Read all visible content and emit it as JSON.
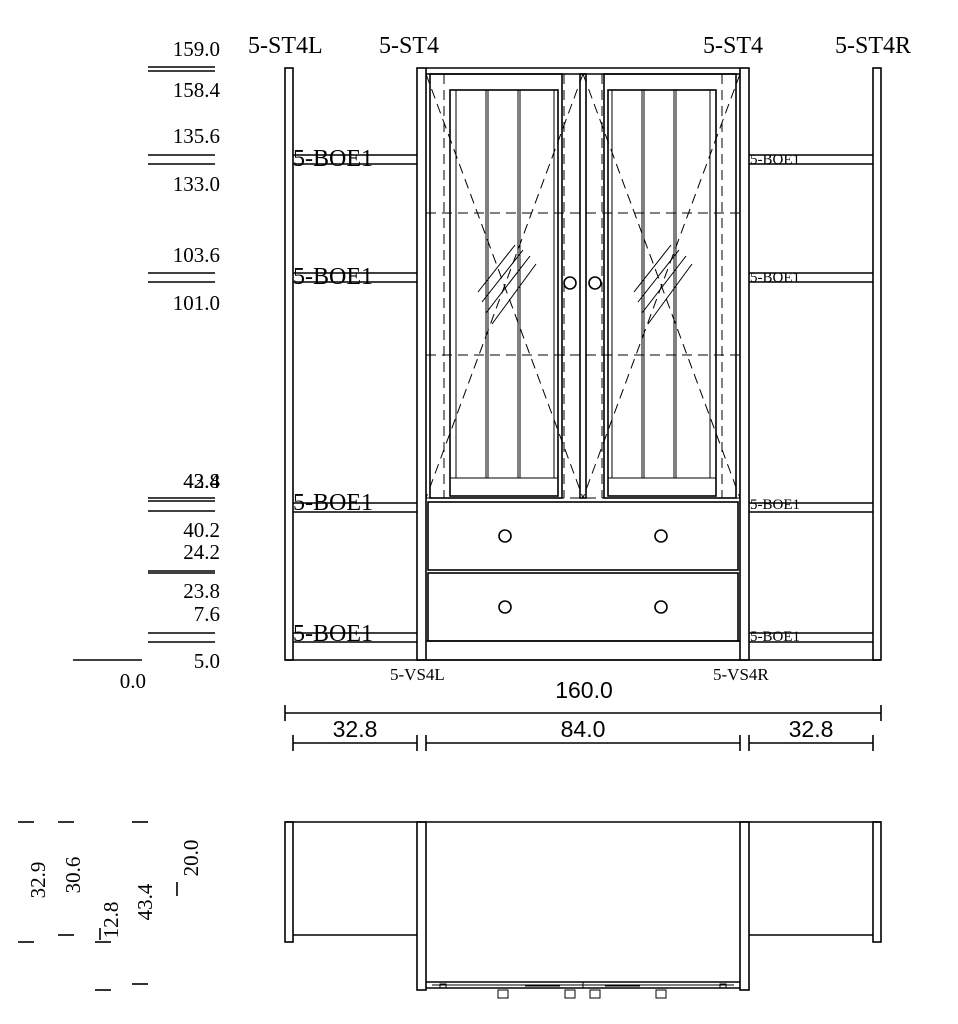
{
  "part_labels": {
    "left_side": "5-ST4L",
    "left_inner": "5-ST4",
    "right_inner": "5-ST4",
    "right_side": "5-ST4R",
    "shelf": "5-BOE1",
    "left_leg": "5-VS4L",
    "right_leg": "5-VS4R"
  },
  "height_marks": {
    "top_upper": "159.0",
    "top_lower": "158.4",
    "s1_upper": "135.6",
    "s1_lower": "133.0",
    "s2_upper": "103.6",
    "s2_lower": "101.0",
    "s3_a": "43.4",
    "s3_b": "42.8",
    "s3_lower": "40.2",
    "drawer_upper": "24.2",
    "drawer_lower": "23.8",
    "base_upper": "7.6",
    "base_lower": "5.0",
    "floor": "0.0"
  },
  "widths": {
    "total": "160.0",
    "left": "32.8",
    "center": "84.0",
    "right": "32.8"
  },
  "depths": {
    "d1": "32.9",
    "d2": "30.6",
    "d3": "12.8",
    "d4": "43.4",
    "d5": "20.0"
  }
}
